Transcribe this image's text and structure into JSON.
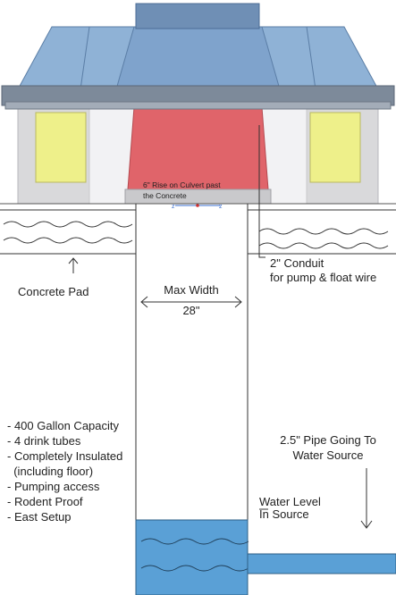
{
  "labels": {
    "culvert_rise_line1": "6\" Rise on Culvert past",
    "culvert_rise_line2": "the Concrete",
    "axis_left": "z",
    "axis_right": "z",
    "concrete_pad": "Concrete Pad",
    "max_width_title": "Max Width",
    "max_width_value": "28\"",
    "conduit_line1": "2\" Conduit",
    "conduit_line2": "for pump & float wire",
    "pipe_line1": "2.5\" Pipe Going To",
    "pipe_line2": "Water Source",
    "water_level_line1": "Water Level",
    "water_level_line2": "In Source"
  },
  "features": [
    "- 400 Gallon Capacity",
    "- 4 drink tubes",
    "- Completely Insulated",
    "  (including floor)",
    "- Pumping access",
    "- Rodent Proof",
    "- East Setup"
  ],
  "colors": {
    "roof_blue": "#8fb2d6",
    "roof_mid": "#7fa3cc",
    "roof_dark": "#6f8fb5",
    "red_chamber": "#e0646a",
    "yellow_panel": "#eef08a",
    "wall_gray": "#d9d9db",
    "water_blue": "#5aa0d6",
    "line": "#333333"
  }
}
